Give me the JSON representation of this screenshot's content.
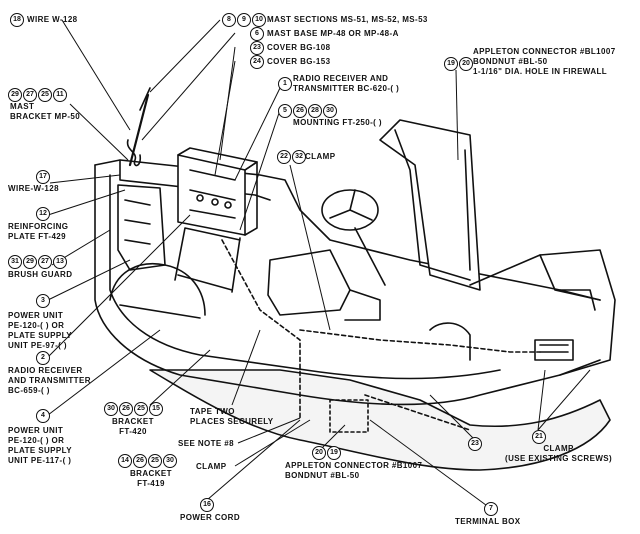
{
  "callouts": [
    {
      "id": "c-wire-w128-top",
      "nums": [
        "18"
      ],
      "lines": [
        "WIRE W-128"
      ]
    },
    {
      "id": "c-mast-sections",
      "nums": [
        "8",
        "9",
        "10"
      ],
      "lines": [
        "MAST SECTIONS  MS-51, MS-52, MS-53"
      ]
    },
    {
      "id": "c-mast-base",
      "nums": [
        "6"
      ],
      "lines": [
        "MAST BASE  MP-48 OR MP-48-A"
      ]
    },
    {
      "id": "c-cover-bg108",
      "nums": [
        "23"
      ],
      "lines": [
        "COVER  BG-108"
      ]
    },
    {
      "id": "c-cover-bg153",
      "nums": [
        "24"
      ],
      "lines": [
        "COVER  BG-153"
      ]
    },
    {
      "id": "c-appleton-top",
      "nums": [
        "19",
        "20"
      ],
      "lines": [
        "APPLETON CONNECTOR #BL1007",
        "BONDNUT  #BL-50",
        "1-1/16\" DIA. HOLE IN FIREWALL"
      ]
    },
    {
      "id": "c-mast-bracket",
      "nums": [
        "29",
        "27",
        "25",
        "11"
      ],
      "lines": [
        "MAST",
        "BRACKET MP-50"
      ]
    },
    {
      "id": "c-radio-receiver-top",
      "nums": [
        "1"
      ],
      "lines": [
        "RADIO RECEIVER AND",
        "TRANSMITTER  BC-620-(  )"
      ]
    },
    {
      "id": "c-mounting",
      "nums": [
        "5",
        "26",
        "28",
        "30"
      ],
      "lines": [
        "MOUNTING  FT-250-(  )"
      ]
    },
    {
      "id": "c-clamp-top",
      "nums": [
        "22",
        "32"
      ],
      "lines": [
        "CLAMP"
      ]
    },
    {
      "id": "c-wire-w128-mid",
      "nums": [
        "17"
      ],
      "lines": [
        "WIRE-W-128"
      ]
    },
    {
      "id": "c-reinforcing",
      "nums": [
        "12"
      ],
      "lines": [
        "REINFORCING",
        "PLATE  FT-429"
      ]
    },
    {
      "id": "c-brush-guard",
      "nums": [
        "31",
        "29",
        "27",
        "13"
      ],
      "lines": [
        "BRUSH GUARD"
      ]
    },
    {
      "id": "c-power-unit-3",
      "nums": [
        "3"
      ],
      "lines": [
        "POWER UNIT",
        "PE-120-(  ) OR",
        "PLATE SUPPLY",
        "UNIT PE-97-(  )"
      ]
    },
    {
      "id": "c-radio-receiver-2",
      "nums": [
        "2"
      ],
      "lines": [
        "RADIO RECEIVER",
        "AND TRANSMITTER",
        "BC-659-(  )"
      ]
    },
    {
      "id": "c-power-unit-4",
      "nums": [
        "4"
      ],
      "lines": [
        "POWER UNIT",
        "PE-120-(  ) OR",
        "PLATE SUPPLY",
        "UNIT PE-117-(  )"
      ]
    },
    {
      "id": "c-bracket-ft420",
      "nums": [
        "30",
        "26",
        "25",
        "15"
      ],
      "lines": [
        "BRACKET",
        "FT-420"
      ]
    },
    {
      "id": "c-tape",
      "nums": [],
      "lines": [
        "TAPE TWO",
        "PLACES SECURELY"
      ]
    },
    {
      "id": "c-see-note",
      "nums": [],
      "lines": [
        "SEE NOTE #8"
      ]
    },
    {
      "id": "c-bracket-ft419",
      "nums": [
        "14",
        "26",
        "25",
        "30"
      ],
      "lines": [
        "BRACKET",
        "FT-419"
      ]
    },
    {
      "id": "c-clamp-mid",
      "nums": [],
      "lines": [
        "CLAMP"
      ]
    },
    {
      "id": "c-appleton-bottom",
      "nums": [
        "20",
        "19"
      ],
      "lines": [
        "APPLETON CONNECTOR #B1007",
        "BONDNUT #BL-50"
      ]
    },
    {
      "id": "c-power-cord",
      "nums": [
        "16"
      ],
      "lines": [
        "POWER CORD"
      ]
    },
    {
      "id": "c-terminal-box",
      "nums": [
        "7"
      ],
      "lines": [
        "TERMINAL BOX"
      ]
    },
    {
      "id": "c-clamp-right",
      "nums": [
        "21"
      ],
      "lines": [
        "CLAMP",
        "(USE EXISTING SCREWS)"
      ]
    },
    {
      "id": "c-item-23",
      "nums": [
        "23"
      ],
      "lines": []
    }
  ]
}
